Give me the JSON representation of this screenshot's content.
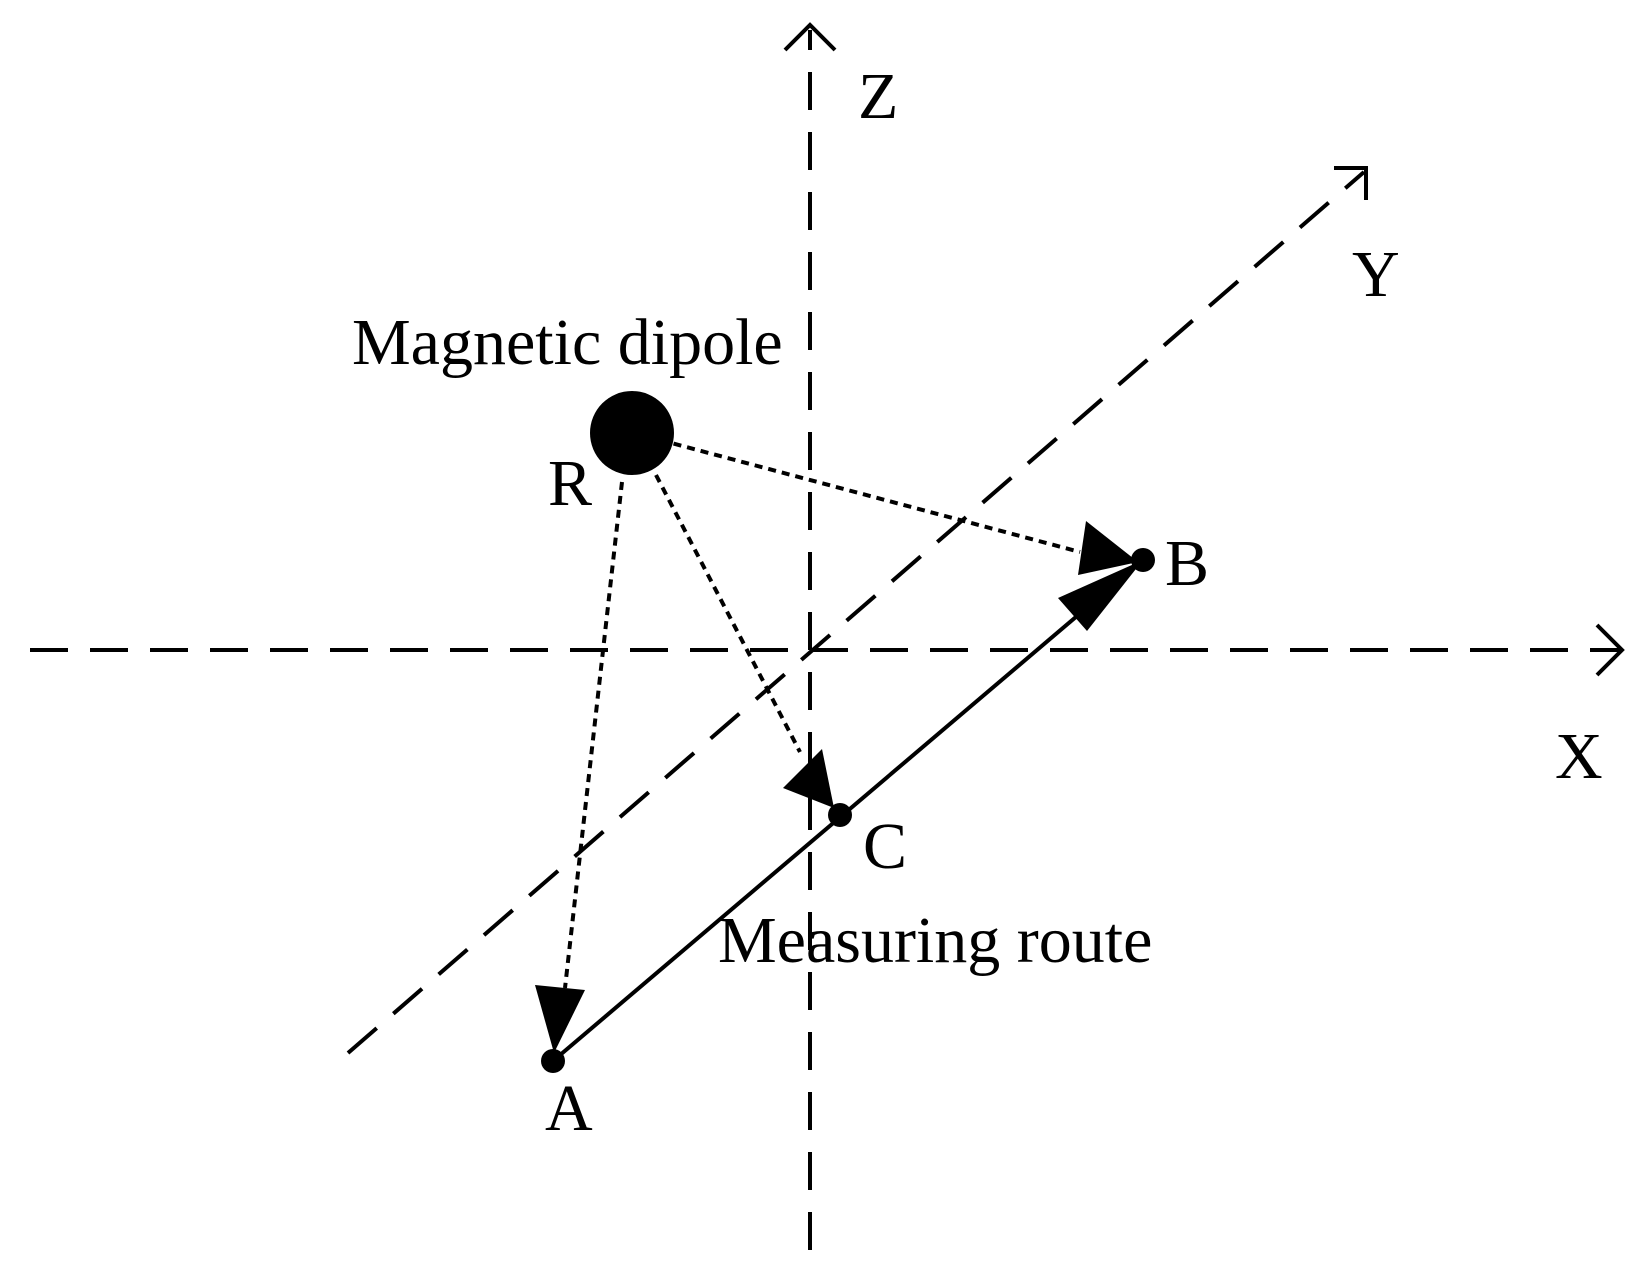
{
  "diagram": {
    "labels": {
      "axis_z": "Z",
      "axis_y": "Y",
      "axis_x": "X",
      "magnetic_dipole": "Magnetic dipole",
      "point_r": "R",
      "point_b": "B",
      "point_c": "C",
      "point_a": "A",
      "measuring_route": "Measuring route"
    },
    "colors": {
      "stroke": "#000000",
      "background": "#ffffff"
    }
  }
}
